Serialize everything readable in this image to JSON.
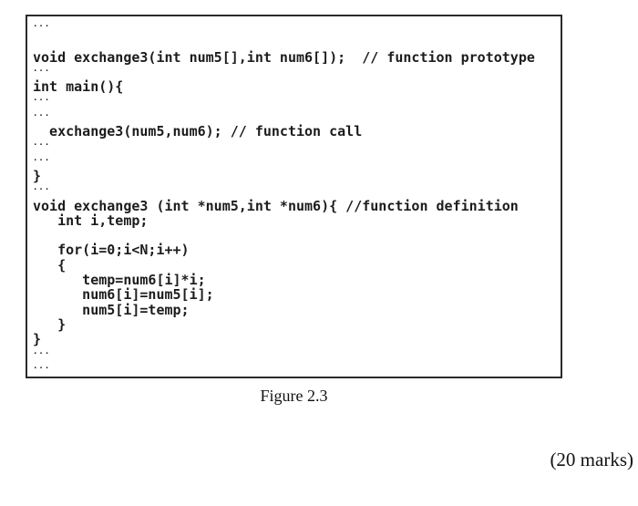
{
  "figure": {
    "code_lines": [
      "...",
      "",
      "void exchange3(int num5[],int num6[]);  // function prototype",
      "...",
      "int main(){",
      "...",
      "...",
      "  exchange3(num5,num6); // function call",
      "...",
      "...",
      "}",
      "...",
      "void exchange3 (int *num5,int *num6){ //function definition",
      "   int i,temp;",
      "",
      "   for(i=0;i<N;i++)",
      "   {",
      "      temp=num6[i]*i;",
      "      num6[i]=num5[i];",
      "      num5[i]=temp;",
      "   }",
      "}",
      "...",
      "..."
    ],
    "caption": "Figure 2.3"
  },
  "marks_label": "(20 marks)",
  "colors": {
    "text": "#1c1c1c",
    "border": "#2b2b2b",
    "background": "#ffffff"
  }
}
